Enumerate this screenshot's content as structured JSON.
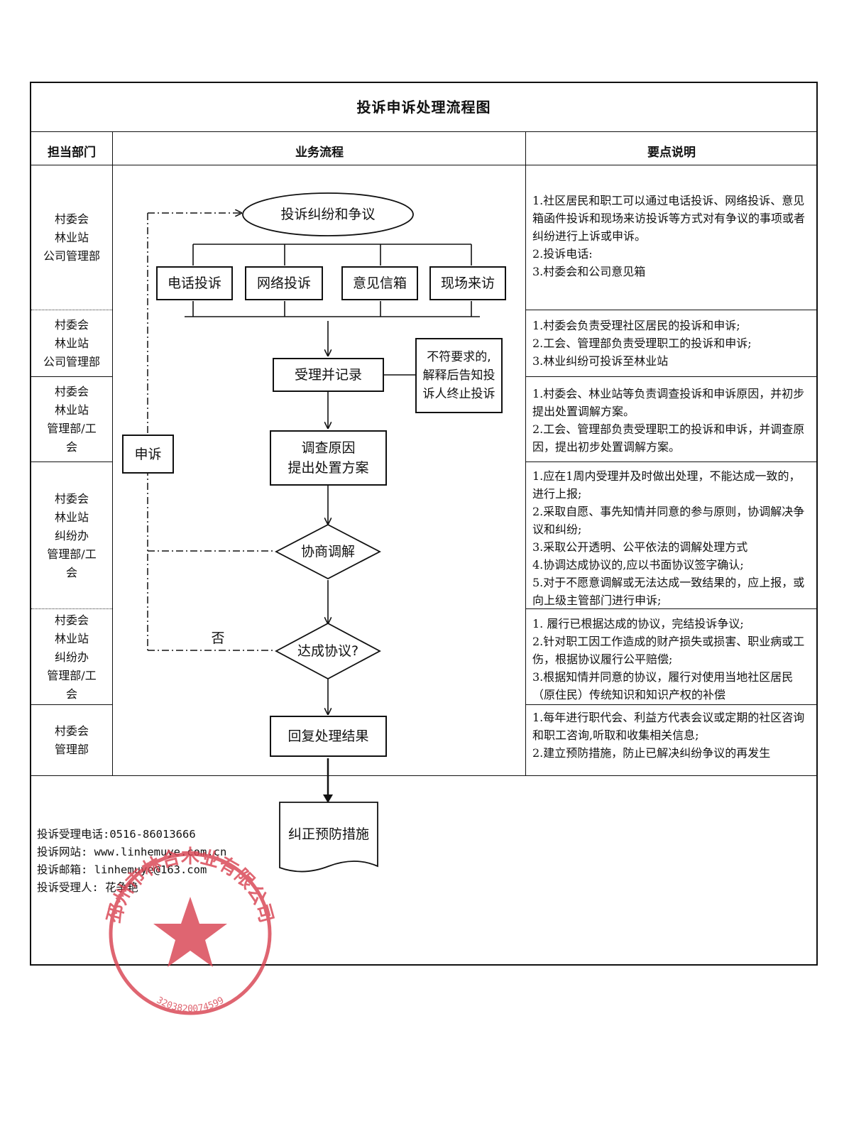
{
  "title": "投诉申诉处理流程图",
  "headers": {
    "dept": "担当部门",
    "flow": "业务流程",
    "notes": "要点说明"
  },
  "departments": [
    [
      "村委会",
      "林业站",
      "公司管理部"
    ],
    [
      "村委会",
      "林业站",
      "公司管理部"
    ],
    [
      "村委会",
      "林业站",
      "管理部/工",
      "会"
    ],
    [
      "村委会",
      "林业站",
      "纠纷办",
      "管理部/工",
      "会"
    ],
    [
      "村委会",
      "林业站",
      "纠纷办",
      "管理部/工",
      "会"
    ],
    [
      "村委会",
      "管理部"
    ]
  ],
  "notes": [
    [
      "1.社区居民和职工可以通过电话投诉、网络投诉、意见箱函件投诉和现场来访投诉等方式对有争议的事项或者纠纷进行上诉或申诉。",
      "2.投诉电话:",
      "3.村委会和公司意见箱"
    ],
    [
      "1.村委会负责受理社区居民的投诉和申诉;",
      "2.工会、管理部负责受理职工的投诉和申诉;",
      "3.林业纠纷可投诉至林业站"
    ],
    [
      "1.村委会、林业站等负责调查投诉和申诉原因，并初步提出处置调解方案。",
      "2.工会、管理部负责受理职工的投诉和申诉，并调查原因，提出初步处置调解方案。"
    ],
    [
      "1.应在1周内受理并及时做出处理，不能达成一致的，进行上报;",
      "2.采取自愿、事先知情并同意的参与原则，协调解决争议和纠纷;",
      "3.采取公开透明、公平依法的调解处理方式",
      "4.协调达成协议的,应以书面协议签字确认;",
      "5.对于不愿意调解或无法达成一致结果的，应上报，或向上级主管部门进行申诉;"
    ],
    [
      "1.  履行已根据达成的协议，完结投诉争议;",
      "2.针对职工因工作造成的财产损失或损害、职业病或工伤，根据协议履行公平赔偿;",
      "3.根据知情并同意的协议，履行对使用当地社区居民（原住民）传统知识和知识产权的补偿"
    ],
    [
      "1.每年进行职代会、利益方代表会议或定期的社区咨询和职工咨询,听取和收集相关信息;",
      "2.建立预防措施，防止已解决纠纷争议的再发生"
    ]
  ],
  "flow": {
    "start": "投诉纠纷和争议",
    "channels": [
      "电话投诉",
      "网络投诉",
      "意见信箱",
      "现场来访"
    ],
    "accept": "受理并记录",
    "reject": [
      "不符要求的,",
      "解释后告知投",
      "诉人终止投诉"
    ],
    "investigate": [
      "调查原因",
      "提出处置方案"
    ],
    "appeal": "申诉",
    "negotiate": "协商调解",
    "agreement": "达成协议?",
    "no_label": "否",
    "reply": "回复处理结果",
    "prevent": "纠正预防措施"
  },
  "contact": [
    "投诉受理电话:0516-86013666",
    "投诉网站: www.linhemuye.com.cn",
    "投诉邮箱: linhemuye@163.com",
    "投诉受理人: 花争艳"
  ],
  "stamp": {
    "text": "邳州市林合木业有限公司",
    "code": "3203820074599",
    "color": "#d94452"
  }
}
